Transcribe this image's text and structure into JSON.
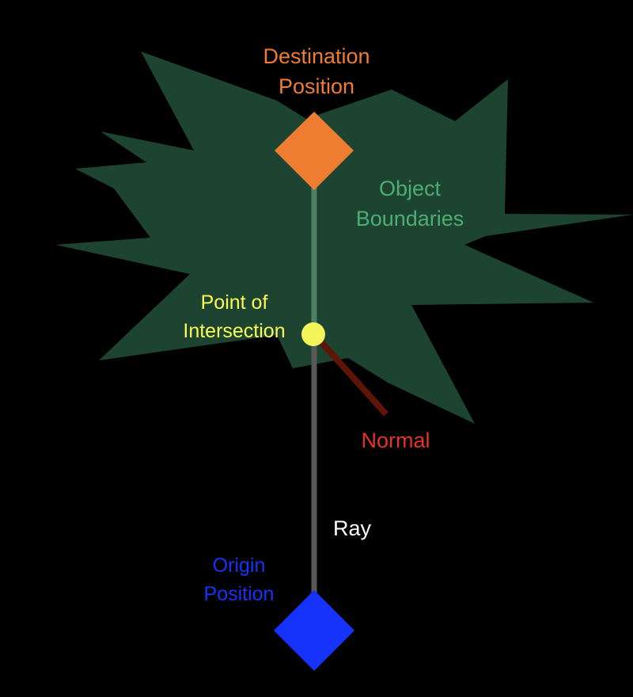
{
  "diagram": {
    "labels": {
      "destination": {
        "line1": "Destination",
        "line2": "Position"
      },
      "object": {
        "line1": "Object",
        "line2": "Boundaries"
      },
      "intersection": {
        "line1": "Point of",
        "line2": "Intersection"
      },
      "normal": "Normal",
      "ray": "Ray",
      "origin": {
        "line1": "Origin",
        "line2": "Position"
      }
    },
    "colors": {
      "background": "#000000",
      "object_fill": "#1d4430",
      "object_label": "#4cae73",
      "destination": "#ee7d31",
      "origin": "#1633fb",
      "intersection": "#f3f35a",
      "intersection_label": "#fafa5a",
      "normal_line": "#5e1407",
      "normal_label": "#e53328",
      "ray_outside": "#595959",
      "ray_inside": "#4f8065",
      "ray_label": "#ffffff"
    }
  }
}
